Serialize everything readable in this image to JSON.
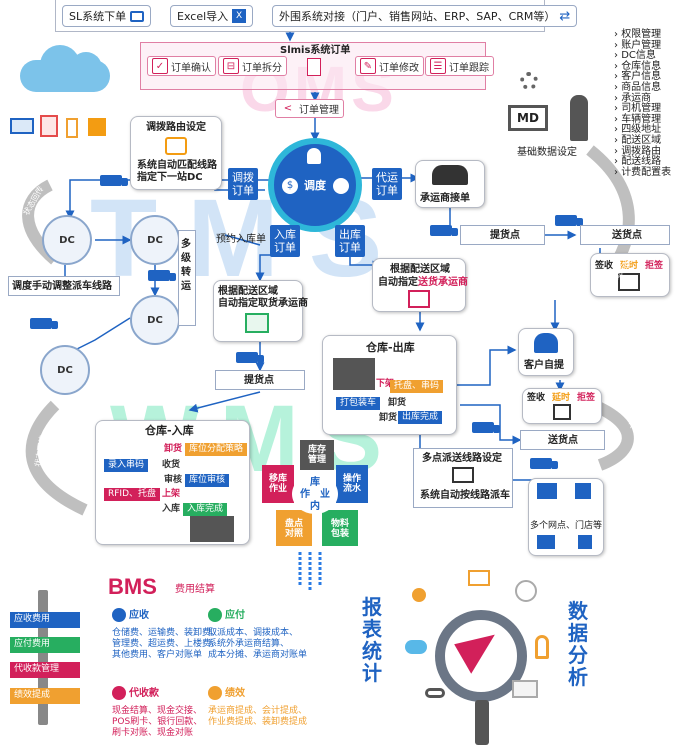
{
  "watermarks": {
    "oms": "OMS",
    "tms": "TMS",
    "wms": "WMS"
  },
  "top": {
    "sl": "SL系统下单",
    "excel": "Excel导入",
    "external": "外围系统对接（门户、销售网站、ERP、SAP、CRM等）"
  },
  "oms": {
    "title": "Slmis系统订单",
    "confirm": "订单确认",
    "split": "订单拆分",
    "modify": "订单修改",
    "track": "订单跟踪",
    "manage": "订单管理"
  },
  "dispatch": {
    "center": "调度",
    "transfer": "调拨\n订单",
    "proxy": "代运\n订单",
    "inbound": "入库\n订单",
    "outbound": "出库\n订单",
    "pre_receive": "预约入库单"
  },
  "route": {
    "title": "调拨路由设定",
    "desc": "系统自动匹配线路\n指定下一站DC"
  },
  "dc": {
    "label": "DC",
    "multi": "多\n级\n转\n运",
    "manual": "调度手动调整派车线路"
  },
  "carrier": "承运商接单",
  "pickup": "提货点",
  "delivery": "送货点",
  "status_back": "状态回传",
  "sign": {
    "sign": "签收",
    "delay": "延时",
    "reject": "拒签"
  },
  "region_in": "根据配送区域\n自动指定取货承运商",
  "region_out_a": "根据配送区域",
  "region_out_b": "自动指定",
  "region_out_c": "送货承运商",
  "outwh": {
    "title": "仓库-出库",
    "unload": "下架",
    "pick": "托盘、串码",
    "pack": "打包装车",
    "out": "卸货",
    "outdone": "出库完成"
  },
  "customer": "客户自提",
  "inwh": {
    "title": "仓库-入库",
    "unload": "卸货",
    "shelf": "库位分配策略",
    "scan": "录入串码",
    "receive": "收货",
    "check": "审核",
    "locaudit": "库位审核",
    "rfid": "RFID、托盘",
    "put": "上架",
    "inbound": "入库",
    "indone": "入库完成"
  },
  "pentagon": {
    "center": "库\n作　业\n内",
    "a": "库存\n管理",
    "b": "操作\n流水",
    "c": "物料\n包装",
    "d": "盘点\n对照",
    "e": "移库\n作业"
  },
  "multi": {
    "title": "多点派送线路设定",
    "desc": "系统自动按线路派车",
    "nodes": "多个网点、门店等"
  },
  "master": {
    "label": "基础数据设定",
    "md": "MD",
    "items": [
      "权限管理",
      "账户管理",
      "DC信息",
      "仓库信息",
      "客户信息",
      "商品信息",
      "承运商",
      "司机管理",
      "车辆管理",
      "四级地址",
      "配送区域",
      "调拨路由",
      "配送线路",
      "计费配置表"
    ]
  },
  "bms": {
    "title": "BMS",
    "subtitle": "费用结算",
    "tabs": [
      "应收费用",
      "应付费用",
      "代收款管理",
      "绩效提成"
    ],
    "recv_h": "应收",
    "recv": "仓储费、运输费、装卸费、\n管理费、超运费、上楼费、\n其他费用、客户对账单",
    "pay_h": "应付",
    "pay": "取派成本、调拨成本、\n系统外承运商结算、\n成本分摊、承运商对账单",
    "cod_h": "代收款",
    "cod": "现金结算、现金交接、\nPOS刷卡、银行回款、\n刷卡对账、现金对账",
    "kpi_h": "绩效",
    "kpi": "承运商提成、会计提成、\n作业费提成、装卸费提成"
  },
  "report": "报\n表\n统\n计",
  "analysis": "数\n据\n分\n析"
}
